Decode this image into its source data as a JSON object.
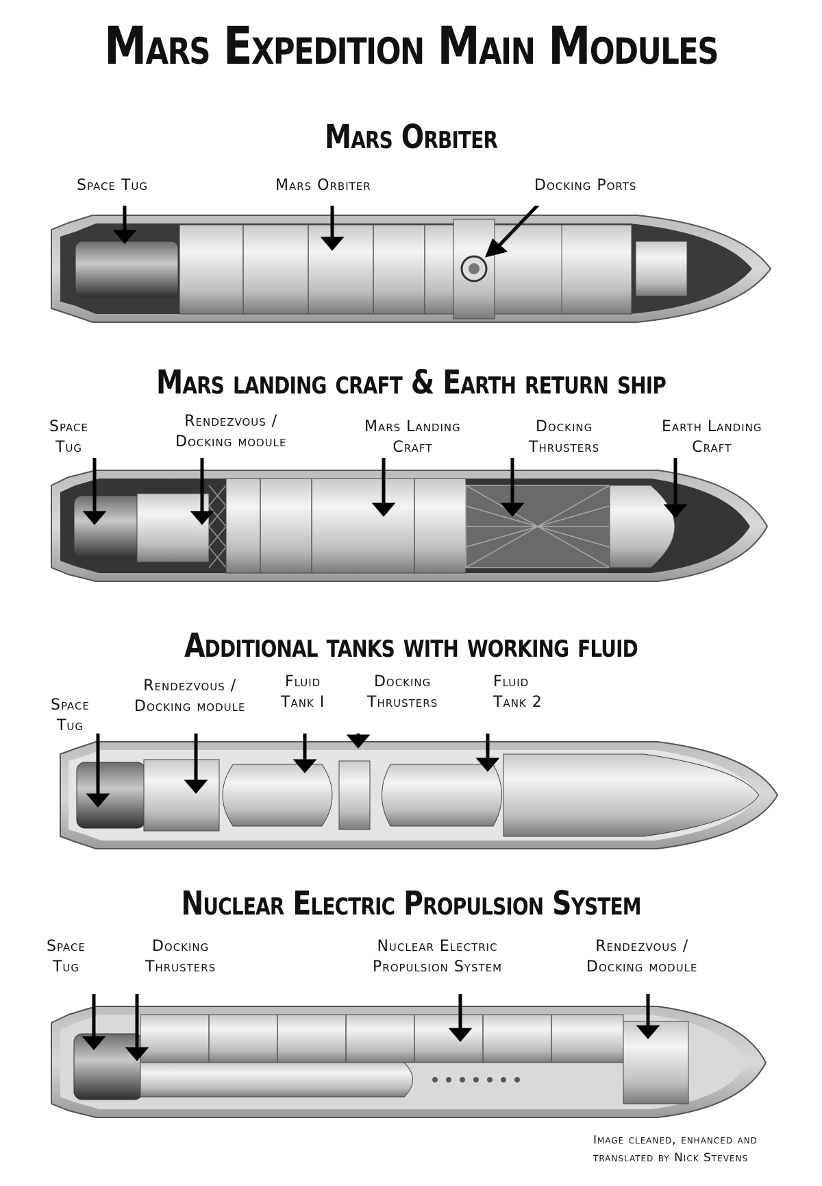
{
  "title": "Mars Expedition Main Modules",
  "sections": [
    {
      "title": "Mars Orbiter",
      "labels": [
        "Space Tug",
        "Mars Orbiter",
        "Docking Ports"
      ]
    },
    {
      "title": "Mars landing craft & Earth return ship",
      "labels": [
        "Space\nTug",
        "Rendezvous /\nDocking module",
        "Mars Landing\nCraft",
        "Docking\nThrusters",
        "Earth Landing\nCraft"
      ]
    },
    {
      "title": "Additional tanks with working fluid",
      "labels": [
        "Space\nTug",
        "Rendezvous /\nDocking module",
        "Fluid\nTank I",
        "Docking\nThrusters",
        "Fluid\nTank 2"
      ]
    },
    {
      "title": "Nuclear Electric Propulsion System",
      "labels": [
        "Space\nTug",
        "Docking\nThrusters",
        "Nuclear Electric\nPropulsion System",
        "Rendezvous /\nDocking module"
      ]
    }
  ],
  "credit": "Image cleaned, enhanced and\ntranslated by Nick Stevens"
}
